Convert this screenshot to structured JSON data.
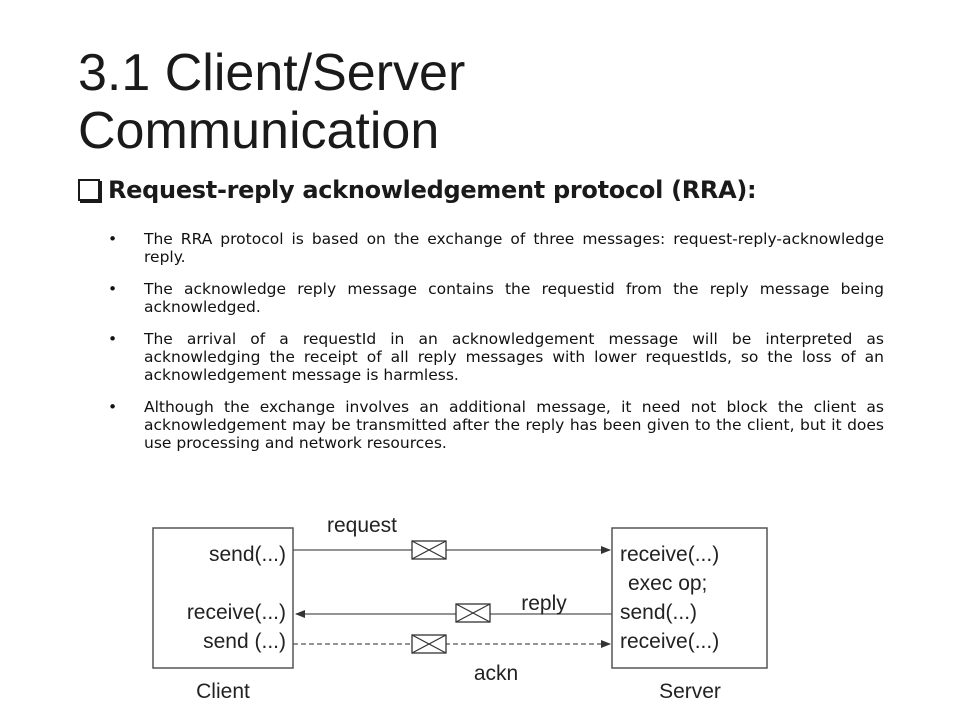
{
  "slide": {
    "title_line1": "3.1  Client/Server",
    "title_line2": "Communication",
    "subheading": "Request-reply acknowledgement protocol (RRA):",
    "bullet_glyph": "•",
    "bullets": [
      "The RRA protocol is based on the exchange of three messages: request-reply-acknowledge reply.",
      "The acknowledge reply message contains the requestid from the reply message being acknowledged.",
      "The arrival of a requestId in an acknowledgement message will be interpreted as acknowledging the receipt of all reply messages with lower requestIds, so the loss of an acknowledgement message is harmless.",
      "Although the exchange involves an additional message, it need not block the client as acknowledgement may be transmitted after the reply has been given to the client, but it does use processing and network resources."
    ]
  },
  "diagram": {
    "client_lines": [
      "send(...)",
      "receive(...)",
      "send (...)"
    ],
    "client_label": "Client",
    "server_lines": [
      "receive(...)",
      "exec op;",
      "send(...)",
      "receive(...)"
    ],
    "server_label": "Server",
    "msg_request": "request",
    "msg_reply": "reply",
    "msg_ackn": "ackn"
  }
}
